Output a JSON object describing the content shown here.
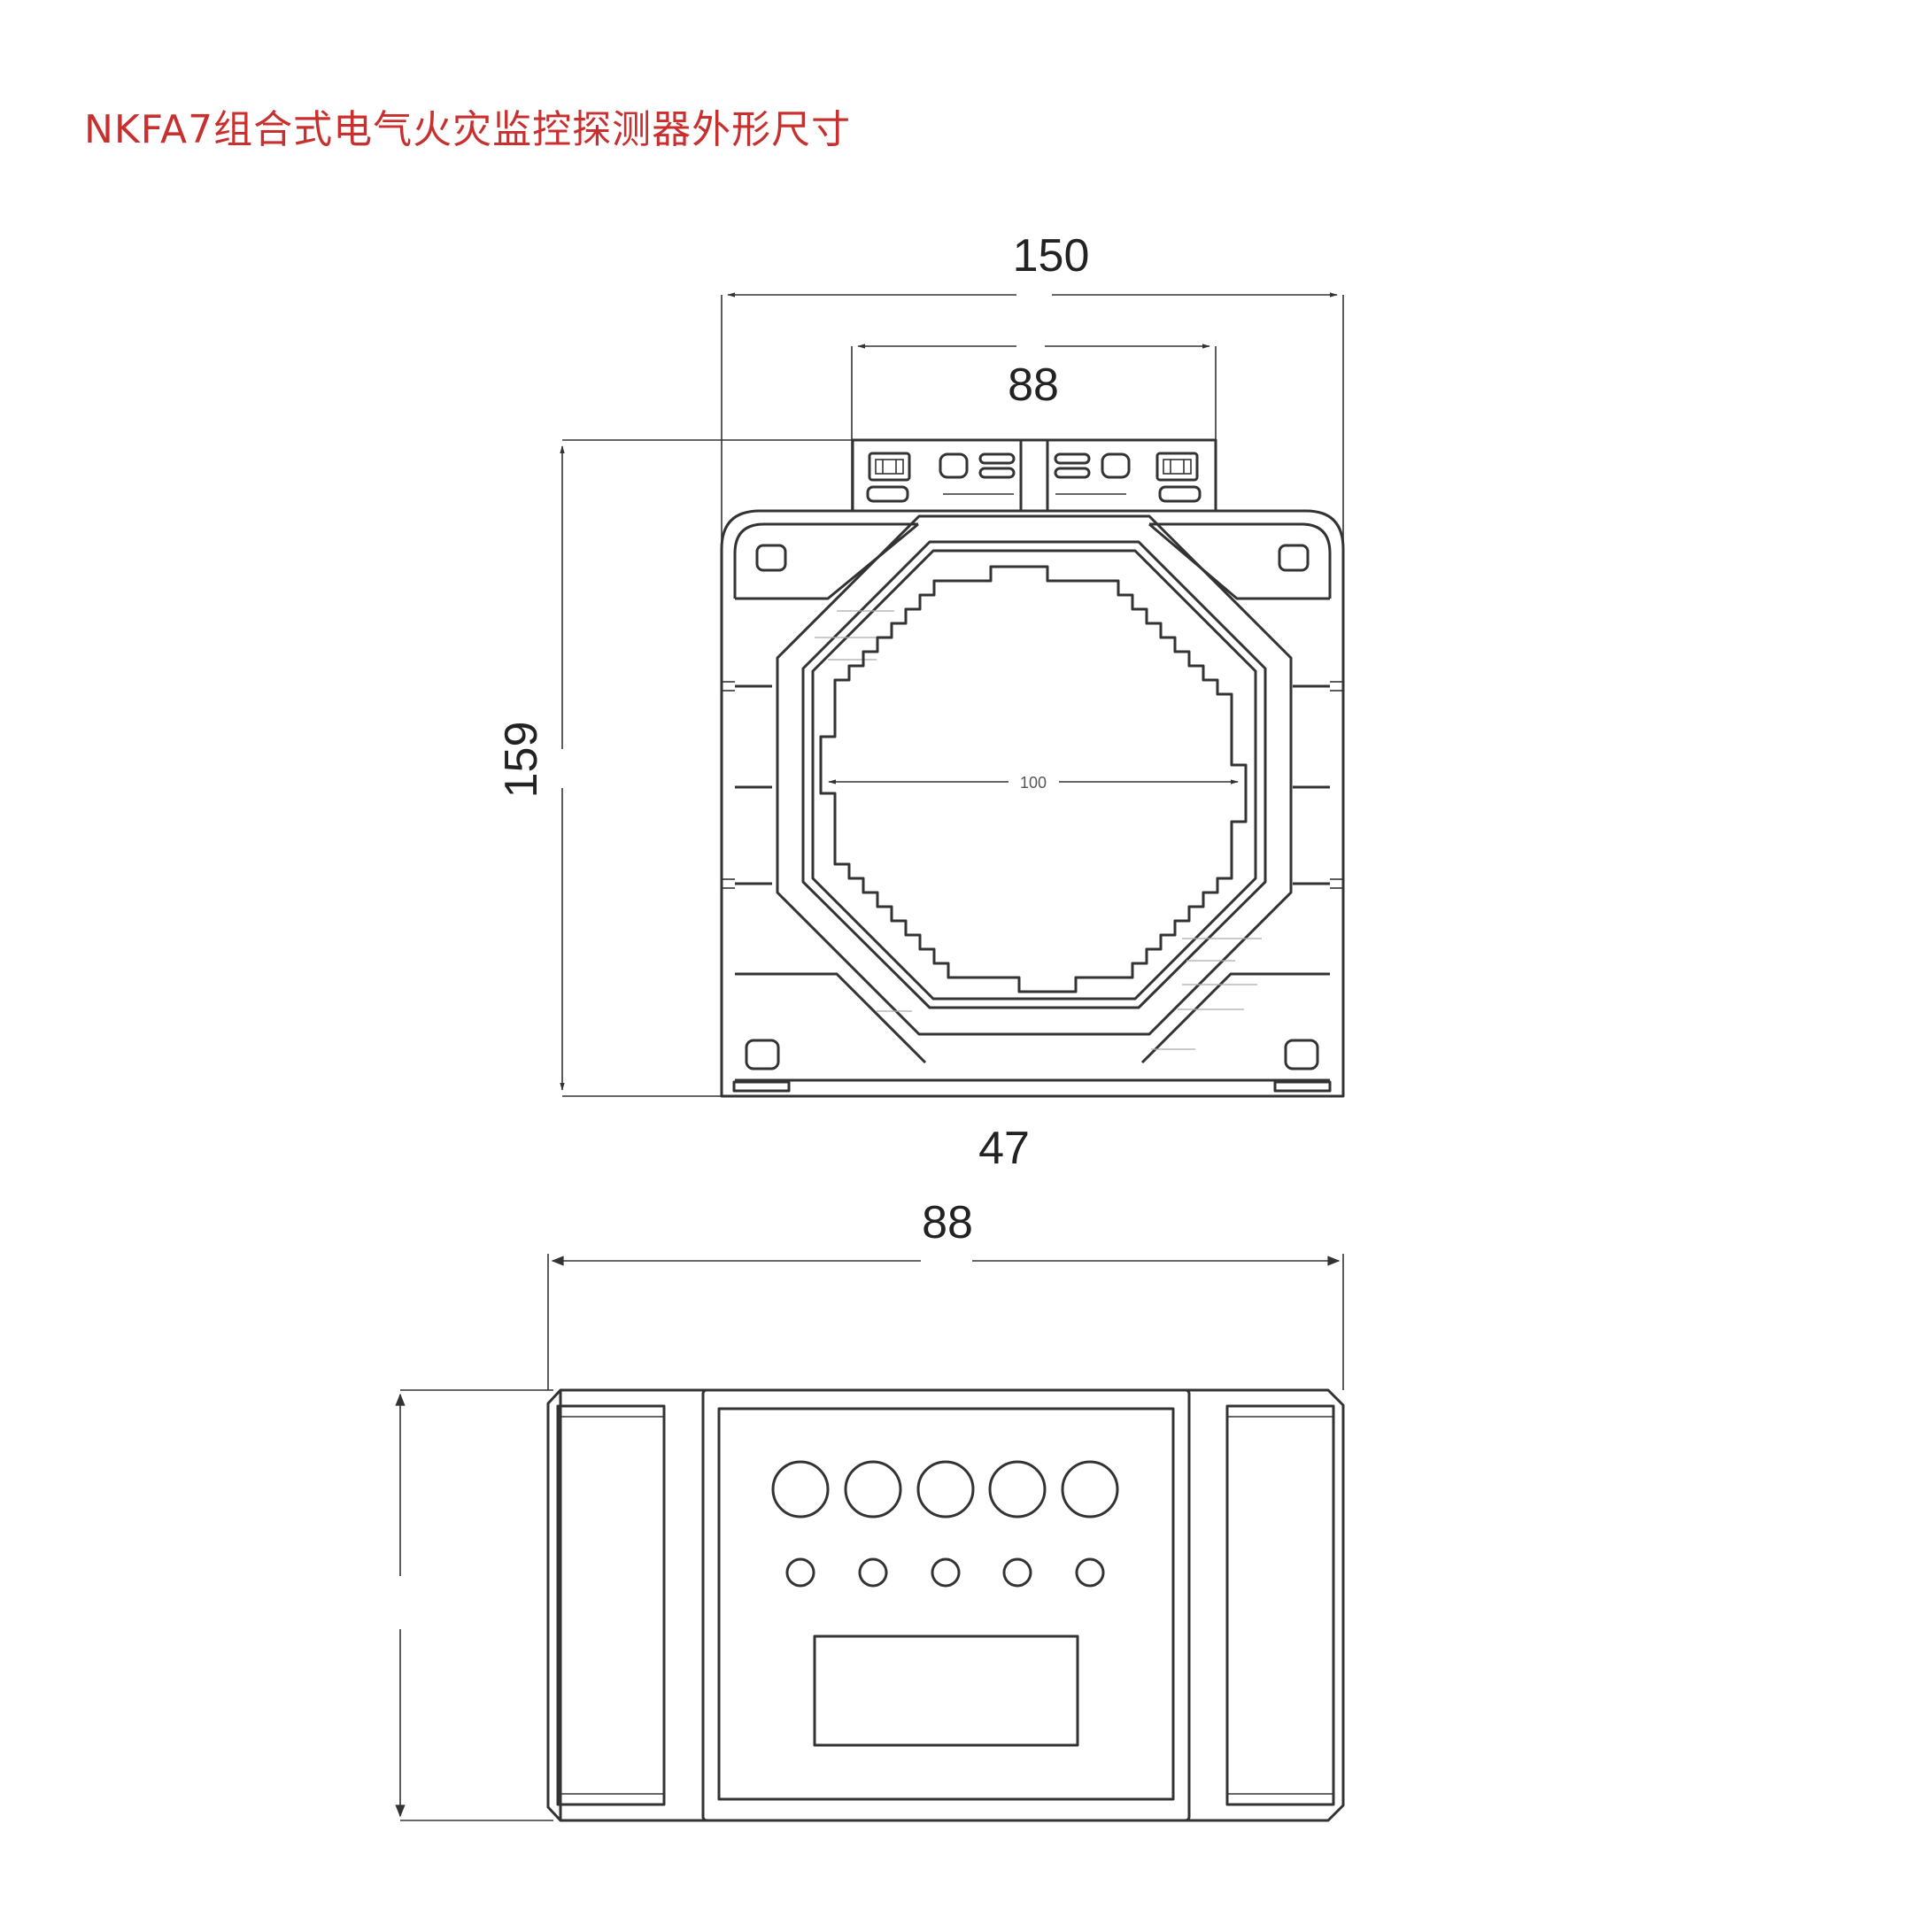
{
  "title": "NKFA7组合式电气火灾监控探测器外形尺寸",
  "colors": {
    "title": "#c8302f",
    "line": "#333333"
  },
  "front_view": {
    "width_label": "150",
    "terminal_width_label": "88",
    "height_label": "159",
    "inner_diameter_label": "100"
  },
  "side_view": {
    "depth_label": "47",
    "width_label": "88",
    "large_indicators": 5,
    "small_indicators": 5
  }
}
